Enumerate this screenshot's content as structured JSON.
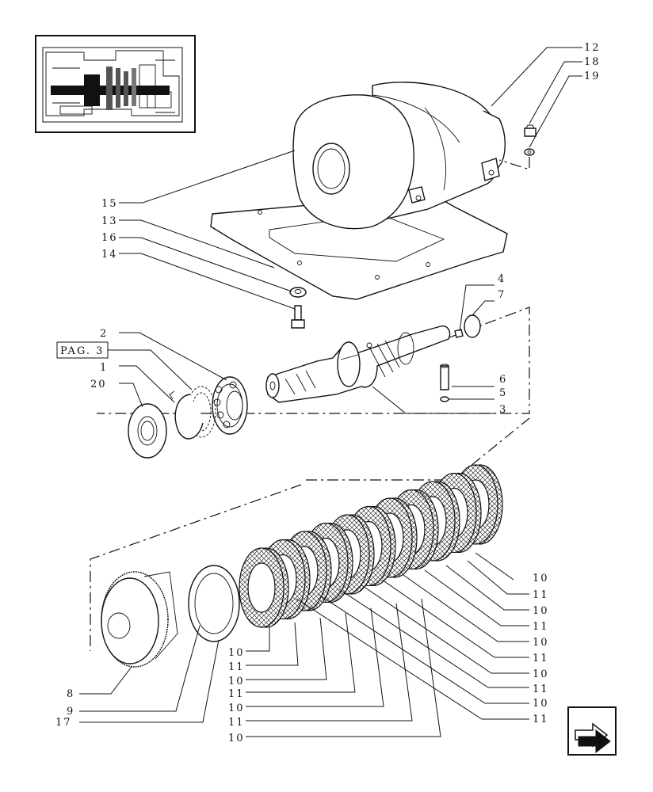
{
  "inset": {
    "icon": "transmission-section-thumbnail"
  },
  "page_ref": "PAG. 3",
  "callouts": {
    "c12": "12",
    "c18": "18",
    "c19": "19",
    "c15": "15",
    "c13": "13",
    "c16": "16",
    "c14": "14",
    "c4": "4",
    "c7": "7",
    "c2": "2",
    "c1": "1",
    "c20": "20",
    "c6": "6",
    "c5": "5",
    "c3": "3",
    "r10a": "10",
    "r11a": "11",
    "r10b": "10",
    "r11b": "11",
    "r10c": "10",
    "r11c": "11",
    "r10d": "10",
    "r11d": "11",
    "r10e": "10",
    "r11e": "11",
    "l10a": "10",
    "l11a": "11",
    "l10b": "10",
    "l11b": "11",
    "l10c": "10",
    "l11c": "11",
    "l10d": "10",
    "c8": "8",
    "c9": "9",
    "c17": "17"
  },
  "nav": {
    "icon": "next-page-arrow-icon"
  }
}
